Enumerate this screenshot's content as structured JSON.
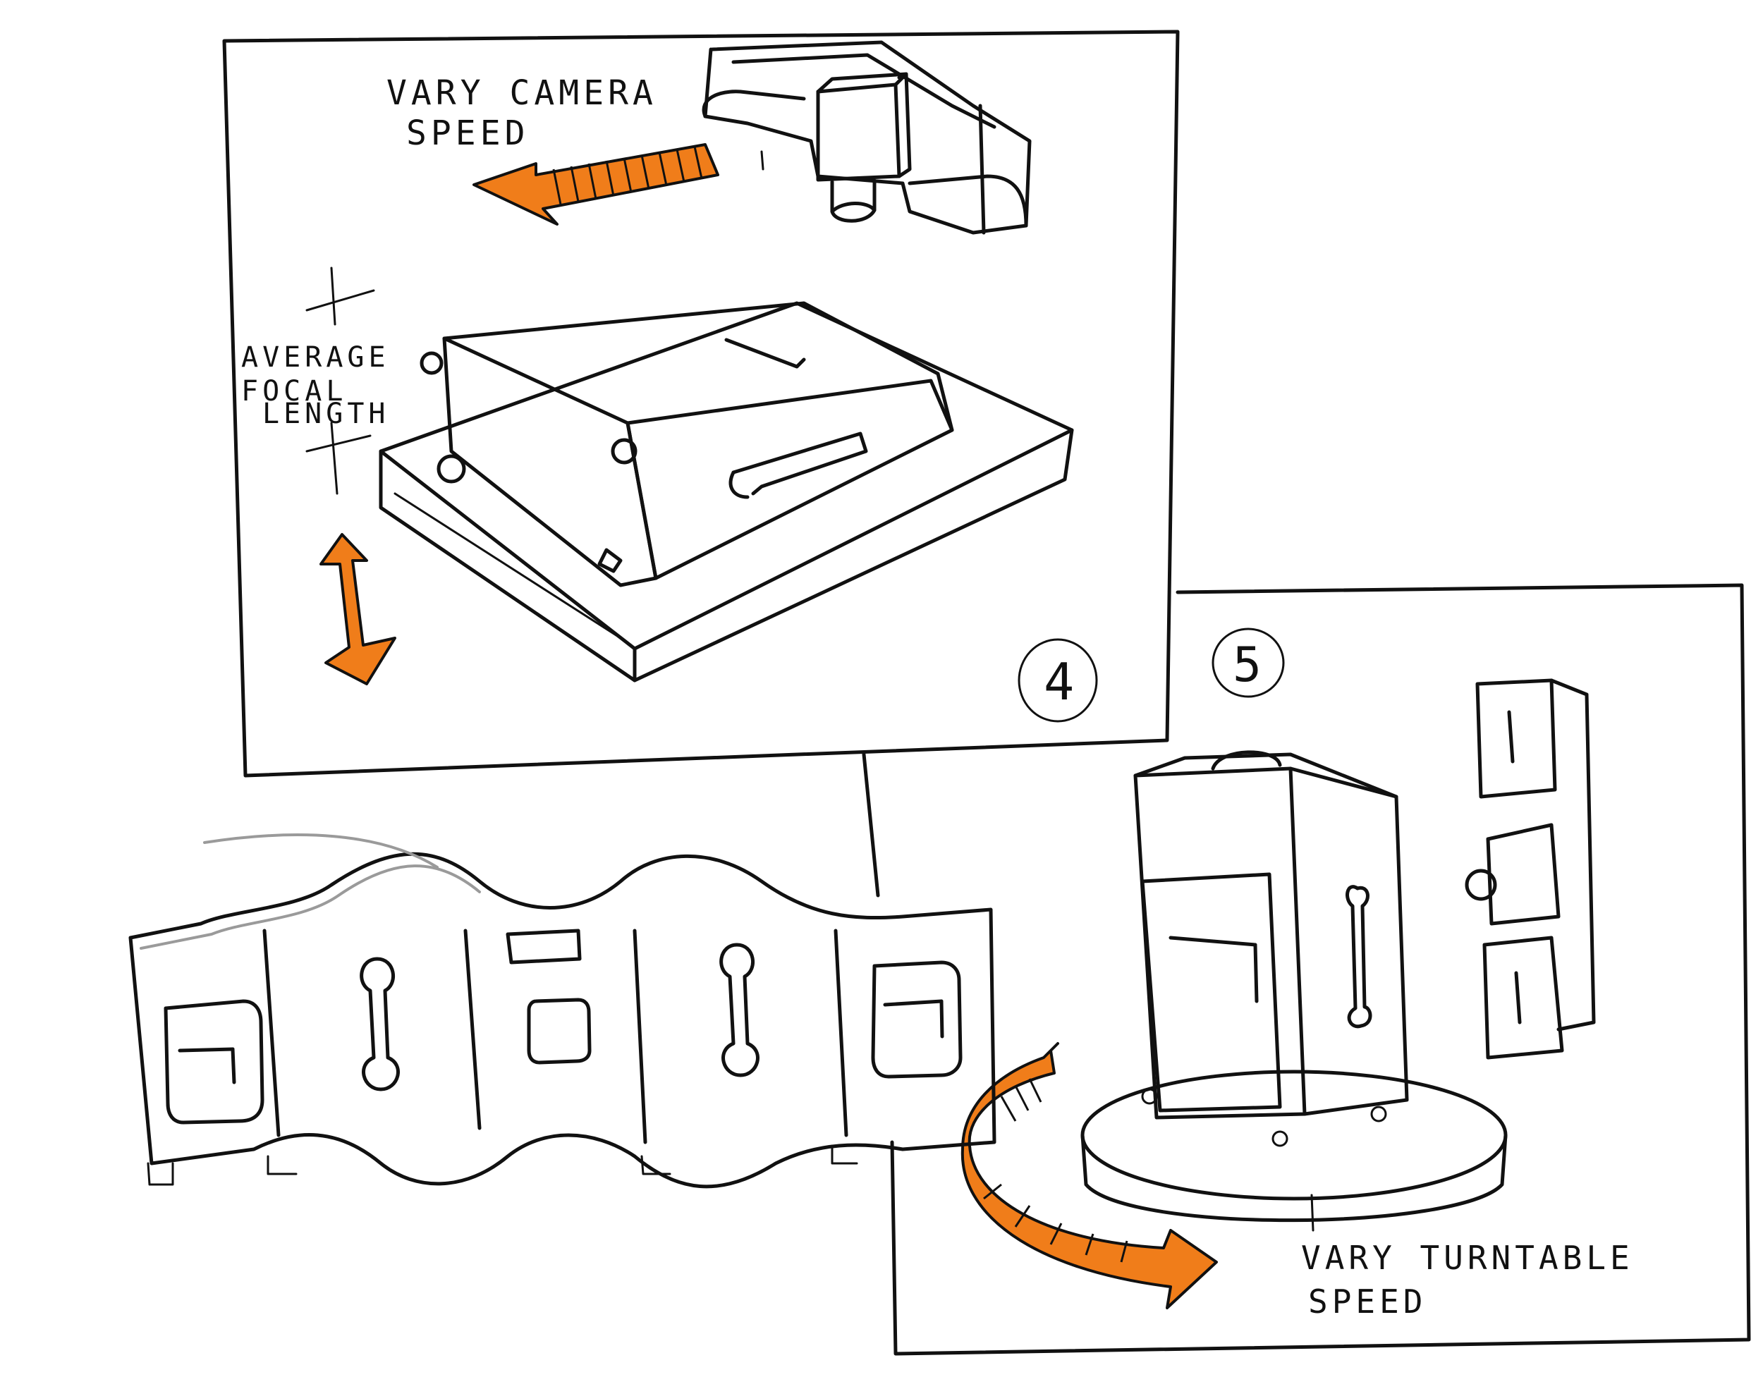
{
  "panels": {
    "panel_4": {
      "number": "4",
      "label_camera_line1": "VARY CAMERA",
      "label_camera_line2": "SPEED",
      "label_focal_line1": "AVERAGE",
      "label_focal_line2": "FOCAL",
      "label_focal_line3": "LENGTH"
    },
    "panel_5": {
      "number": "5",
      "label_turntable_line1": "VARY TURNTABLE",
      "label_turntable_line2": "SPEED"
    }
  },
  "colors": {
    "ink": "#111111",
    "accent": "#f07d1a",
    "pencil": "#9a9a9a",
    "paper": "#ffffff"
  }
}
